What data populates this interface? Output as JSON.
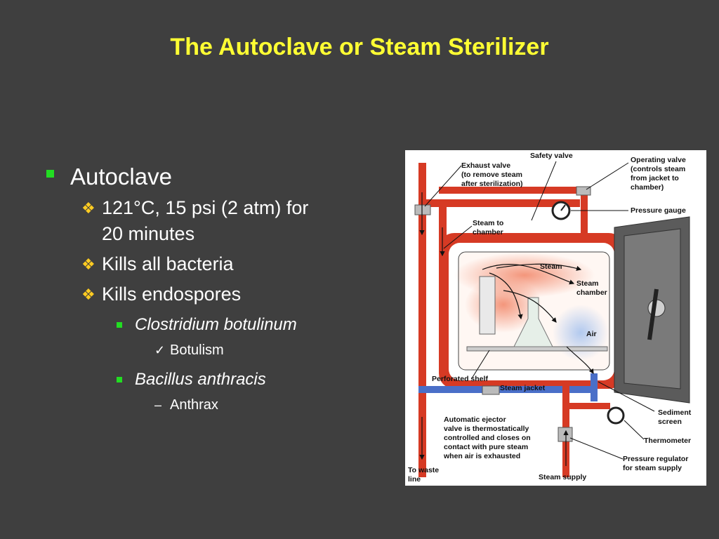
{
  "title": "The Autoclave or Steam Sterilizer",
  "bullets": {
    "main": "Autoclave",
    "sub": [
      {
        "line1": "121°C, 15 psi (2 atm) for",
        "line2": "20 minutes"
      },
      {
        "line1": "Kills all bacteria"
      },
      {
        "line1": "Kills endospores"
      }
    ],
    "organisms": [
      {
        "name": "Clostridium botulinum",
        "disease": "Botulism"
      },
      {
        "name": "Bacillus anthracis",
        "disease": "Anthrax"
      }
    ]
  },
  "diagram": {
    "labels": {
      "exhaust_valve": "Exhaust valve\n(to remove steam\nafter sterilization)",
      "safety_valve": "Safety valve",
      "operating_valve": "Operating valve\n(controls steam\nfrom jacket to\nchamber)",
      "pressure_gauge": "Pressure gauge",
      "steam_to_chamber": "Steam to\nchamber",
      "steam": "Steam",
      "steam_chamber": "Steam\nchamber",
      "air": "Air",
      "perforated_shelf": "Perforated shelf",
      "steam_jacket": "Steam jacket",
      "sediment_screen": "Sediment\nscreen",
      "automatic_ejector": "Automatic ejector\nvalve is thermostatically\ncontrolled and closes on\ncontact with pure steam\nwhen air is exhausted",
      "thermometer": "Thermometer",
      "pressure_regulator": "Pressure regulator\nfor steam supply",
      "to_waste_line": "To waste\nline",
      "steam_supply": "Steam supply"
    }
  }
}
